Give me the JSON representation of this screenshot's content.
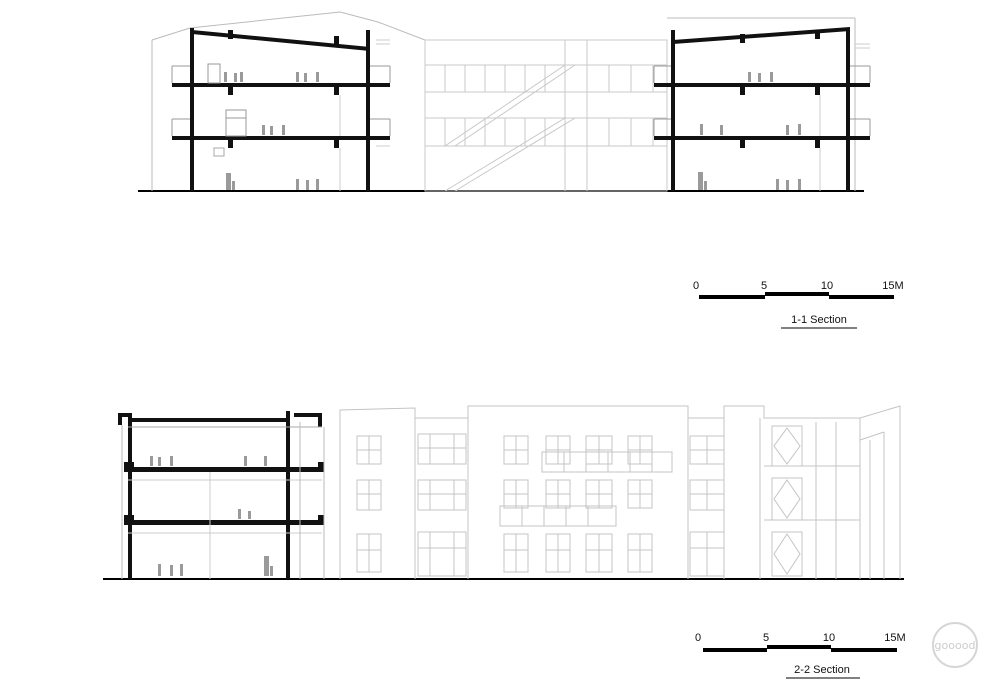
{
  "sections": [
    {
      "id": "1-1",
      "title": "1-1  Section"
    },
    {
      "id": "2-2",
      "title": "2-2  Section"
    }
  ],
  "scale_bar": {
    "labels": [
      "0",
      "5",
      "10",
      "15M"
    ],
    "values": [
      0,
      5,
      10,
      15
    ],
    "unit": "M"
  },
  "watermark": {
    "text": "gooood"
  }
}
